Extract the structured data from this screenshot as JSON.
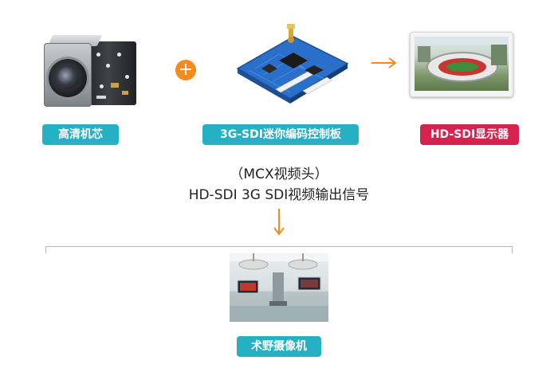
{
  "nodes": {
    "camera": {
      "label": "高清机芯"
    },
    "board": {
      "label": "3G-SDI迷你编码控制板"
    },
    "monitor": {
      "label": "HD-SDI显示器"
    },
    "surgical": {
      "label": "术野摄像机"
    }
  },
  "operator": {
    "plus": "+"
  },
  "caption": {
    "line1": "（MCX视频头）",
    "line2": "HD-SDI 3G SDI视频输出信号"
  },
  "colors": {
    "accent_orange": "#f28c1c",
    "label_teal": "#25b0c3",
    "label_red": "#d6224f",
    "board_blue": "#2a6fc9"
  }
}
